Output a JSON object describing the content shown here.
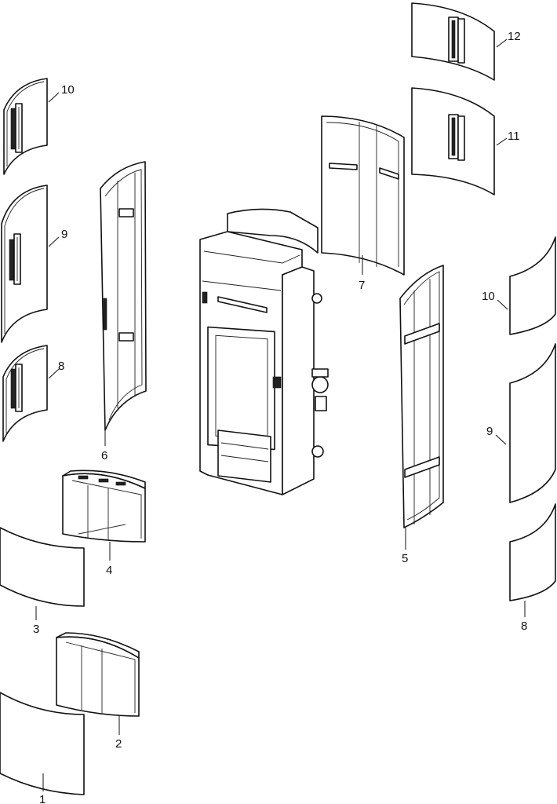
{
  "labels": {
    "p1": "1",
    "p2": "2",
    "p3": "3",
    "p4": "4",
    "p5": "5",
    "p6": "6",
    "p7": "7",
    "p8_left": "8",
    "p8_right": "8",
    "p9_left": "9",
    "p9_right": "9",
    "p10_left": "10",
    "p10_right": "10",
    "p11": "11",
    "p12": "12"
  }
}
